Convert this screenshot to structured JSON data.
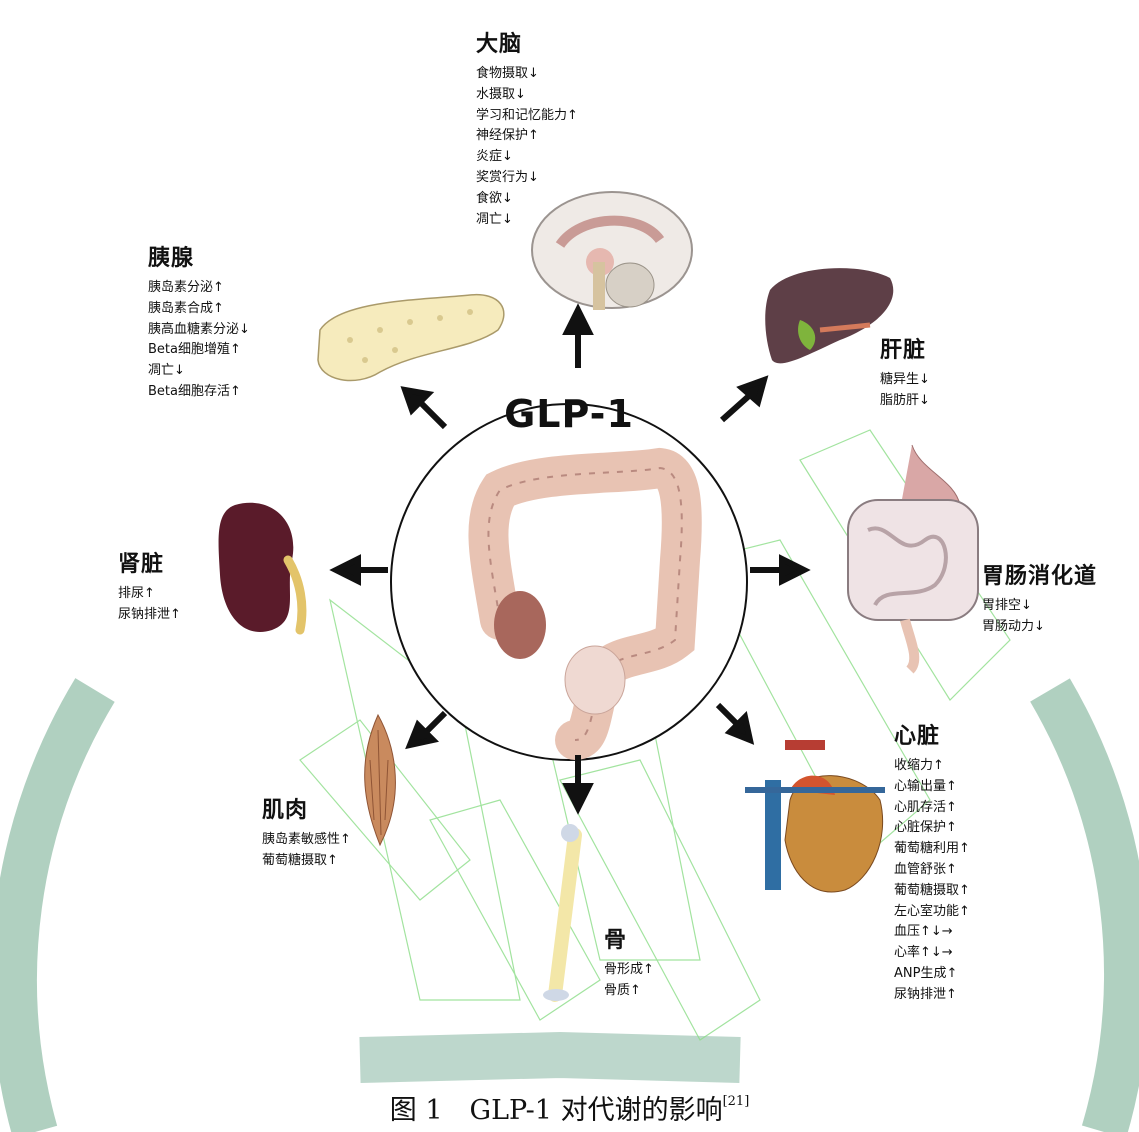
{
  "center": {
    "label": "GLP-1"
  },
  "organs": {
    "brain": {
      "title": "大脑",
      "effects": [
        "食物摄取↓",
        "水摄取↓",
        "学习和记忆能力↑",
        "神经保护↑",
        "炎症↓",
        "奖赏行为↓",
        "食欲↓",
        "凋亡↓"
      ]
    },
    "pancreas": {
      "title": "胰腺",
      "effects": [
        "胰岛素分泌↑",
        "胰岛素合成↑",
        "胰高血糖素分泌↓",
        "Beta细胞增殖↑",
        "凋亡↓",
        "Beta细胞存活↑"
      ]
    },
    "liver": {
      "title": "肝脏",
      "effects": [
        "糖异生↓",
        "脂肪肝↓"
      ]
    },
    "kidney": {
      "title": "肾脏",
      "effects": [
        "排尿↑",
        "尿钠排泄↑"
      ]
    },
    "gut": {
      "title": "胃肠消化道",
      "effects": [
        "胃排空↓",
        "胃肠动力↓"
      ]
    },
    "muscle": {
      "title": "肌肉",
      "effects": [
        "胰岛素敏感性↑",
        "葡萄糖摄取↑"
      ]
    },
    "bone": {
      "title": "骨",
      "effects": [
        "骨形成↑",
        "骨质↑"
      ]
    },
    "heart": {
      "title": "心脏",
      "effects": [
        "收缩力↑",
        "心输出量↑",
        "心肌存活↑",
        "心脏保护↑",
        "葡萄糖利用↑",
        "血管舒张↑",
        "葡萄糖摄取↑",
        "左心室功能↑",
        "血压↑↓→",
        "心率↑↓→",
        "ANP生成↑",
        "尿钠排泄↑"
      ]
    }
  },
  "caption": {
    "text": "图 1　GLP-1 对代谢的影响",
    "ref": "[21]"
  },
  "colors": {
    "watermark": "#3f8f6b",
    "arrow": "#111111",
    "kidney": "#5a1b2a",
    "liver": "#5e3f47",
    "muscle": "#c98a5e",
    "bone": "#f3e7a8"
  }
}
